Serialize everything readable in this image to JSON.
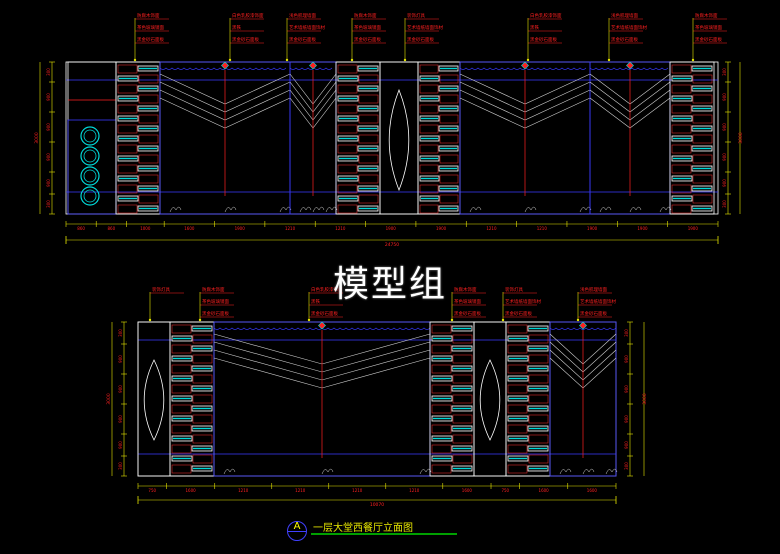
{
  "drawing_title": "一层大堂西餐厅立面图",
  "drawing_mark": "A",
  "watermark": "模型组",
  "top_elevation": {
    "callouts": [
      [
        "防腐木饰面",
        "茶色玻璃镜面",
        "黑金砂石面板"
      ],
      [
        "白色乳胶漆饰面",
        "黑铁",
        "黑金砂石面板"
      ],
      [
        "浅色肌理墙面",
        "艺术墙纸墙面饰材",
        "黑金砂石面板"
      ],
      [
        "防腐木饰面",
        "茶色玻璃镜面",
        "黑金砂石面板"
      ],
      [
        "装饰灯具",
        "艺术墙纸墙面饰材",
        "黑金砂石面板"
      ],
      [
        "白色乳胶漆饰面",
        "黑铁",
        "黑金砂石面板"
      ],
      [
        "浅色肌理墙面",
        "艺术墙纸墙面饰材",
        "黑金砂石面板"
      ],
      [
        "防腐木饰面",
        "茶色玻璃镜面",
        "黑金砂石面板"
      ]
    ],
    "bottom_dims": [
      "860",
      "860",
      "1000",
      "1600",
      "1900",
      "1210",
      "1210",
      "1900",
      "1900",
      "1210",
      "1210",
      "1900",
      "1900",
      "1900"
    ],
    "total": "24750",
    "left_dims": [
      "300",
      "900",
      "900",
      "900",
      "900",
      "300"
    ],
    "height": "3000"
  },
  "bottom_elevation": {
    "callouts": [
      [
        "装饰灯具"
      ],
      [
        "防腐木饰面",
        "茶色玻璃镜面",
        "黑金砂石面板"
      ],
      [
        "白色乳胶漆饰面",
        "黑铁",
        "黑金砂石面板"
      ],
      [
        "防腐木饰面",
        "茶色玻璃镜面",
        "黑金砂石面板"
      ],
      [
        "装饰灯具",
        "艺术墙纸墙面饰材",
        "黑金砂石面板"
      ],
      [
        "浅色肌理墙面",
        "艺术墙纸墙面饰材",
        "黑金砂石面板"
      ]
    ],
    "bottom_dims": [
      "750",
      "1600",
      "1210",
      "1210",
      "1210",
      "1210",
      "1600",
      "750",
      "1600",
      "1600"
    ],
    "total": "10070",
    "left_dims": [
      "300",
      "900",
      "900",
      "900",
      "900",
      "300"
    ],
    "height": "3000"
  },
  "colors": {
    "outline": "#ffffff",
    "blue": "#3a3aff",
    "red": "#ff2020",
    "yellow": "#e8e800",
    "cyan": "#00d8d8",
    "green": "#00c000"
  }
}
